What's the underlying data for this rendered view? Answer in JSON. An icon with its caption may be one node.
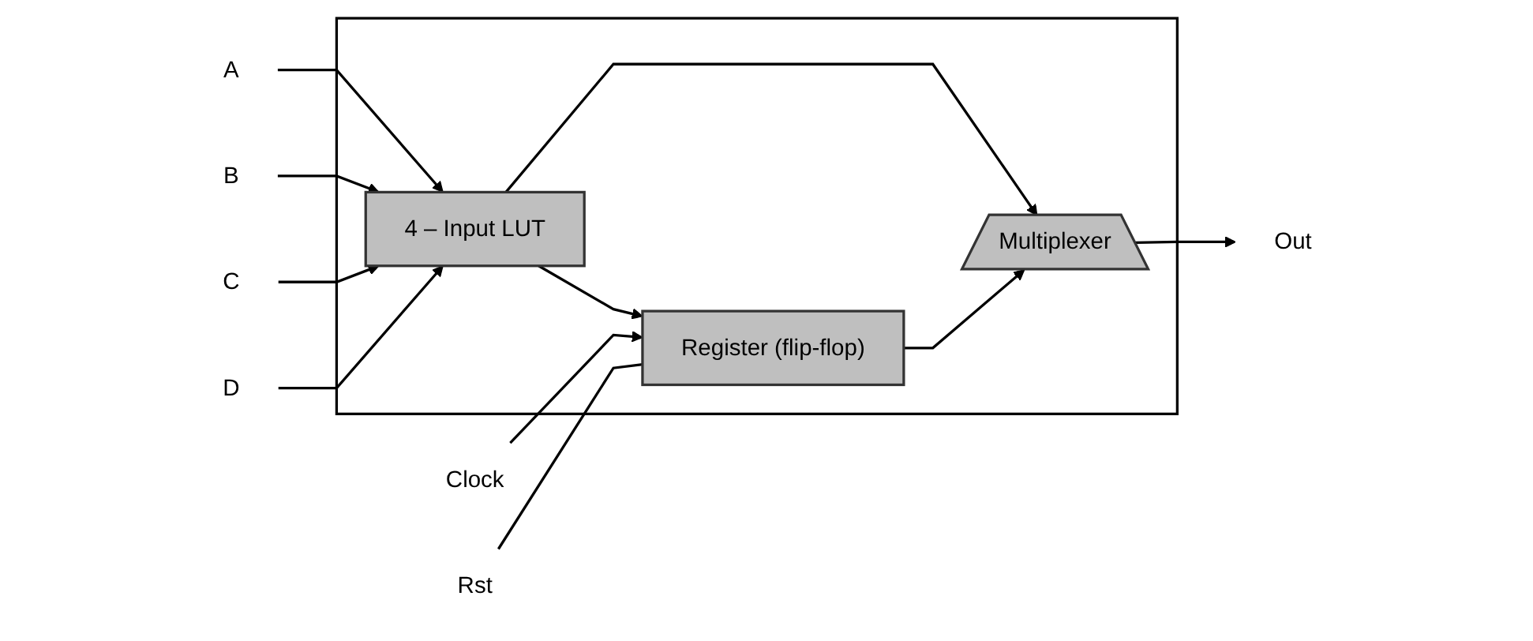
{
  "diagram": {
    "nodes": [
      {
        "text": [],
        "shape": "box"
      },
      {
        "text": [
          "A"
        ]
      },
      {
        "text": [
          "B"
        ]
      },
      {
        "text": [
          "C"
        ]
      },
      {
        "text": [
          "D"
        ]
      },
      {
        "text": [
          "4 – Input LUT"
        ],
        "in": 0
      },
      {
        "text": [
          "Register (flip-flop)"
        ],
        "in": 0
      },
      {
        "text": [
          "Multiplexer"
        ],
        "in": 0
      },
      {
        "text": [
          "Out"
        ]
      },
      {
        "text": [
          "Clock"
        ]
      },
      {
        "text": [
          "Rst"
        ]
      }
    ],
    "edges": [
      {
        "from": 1,
        "to": 5,
        "arrow": "to"
      },
      {
        "from": 2,
        "to": 5,
        "arrow": "to"
      },
      {
        "from": 3,
        "to": 5,
        "arrow": "to"
      },
      {
        "from": 4,
        "to": 5,
        "arrow": "to"
      },
      {
        "from": 5,
        "to": 7,
        "arrow": "to"
      },
      {
        "from": 5,
        "to": 6,
        "arrow": "to"
      },
      {
        "from": 9,
        "to": 6,
        "arrow": "to"
      },
      {
        "from": 10,
        "to": 6,
        "arrow": "none"
      },
      {
        "from": 6,
        "to": 7,
        "arrow": "to"
      },
      {
        "from": 7,
        "to": 8,
        "arrow": "to"
      }
    ]
  }
}
